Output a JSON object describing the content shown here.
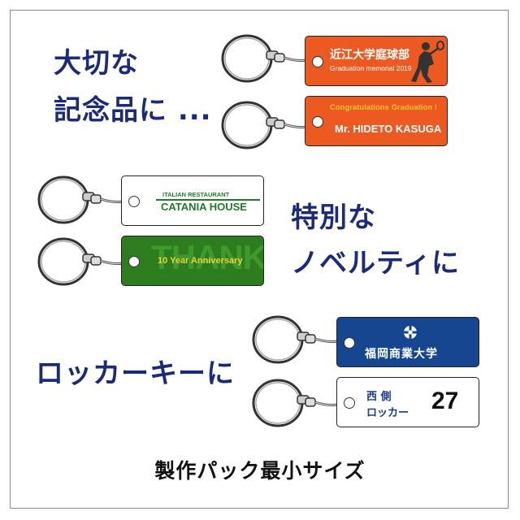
{
  "headlines": {
    "memorial_line1": "大切な",
    "memorial_line2": "記念品に ...",
    "novelty_line1": "特別な",
    "novelty_line2": "ノベルティに",
    "locker": "ロッカーキーに"
  },
  "tags": {
    "tennis": {
      "title": "近江大学庭球部",
      "subtitle": "Graduation memorial 2019",
      "color": "#ec5a22",
      "icon": "tennis-player-icon"
    },
    "congrats": {
      "title": "Congratulations Graduation !",
      "name": "Mr. HIDETO KASUGA",
      "color": "#ec5a22",
      "title_color": "#f2c230"
    },
    "catania": {
      "small": "ITALIAN RESTAURANT",
      "big": "CATANIA HOUSE",
      "color": "#ffffff",
      "text_color": "#1f7a2b"
    },
    "thanks": {
      "watermark": "THANKS",
      "text": "10 Year Anniversary",
      "color": "#2d7d1f",
      "text_color": "#e8d23a"
    },
    "fukuoka": {
      "name": "福岡商業大学",
      "color": "#164690",
      "icon": "university-emblem-icon"
    },
    "locker": {
      "line1": "西 側",
      "line2": "ロッカー",
      "number": "27",
      "color": "#ffffff",
      "text_color": "#1a3a8c"
    }
  },
  "footer": "製作パック最小サイズ"
}
